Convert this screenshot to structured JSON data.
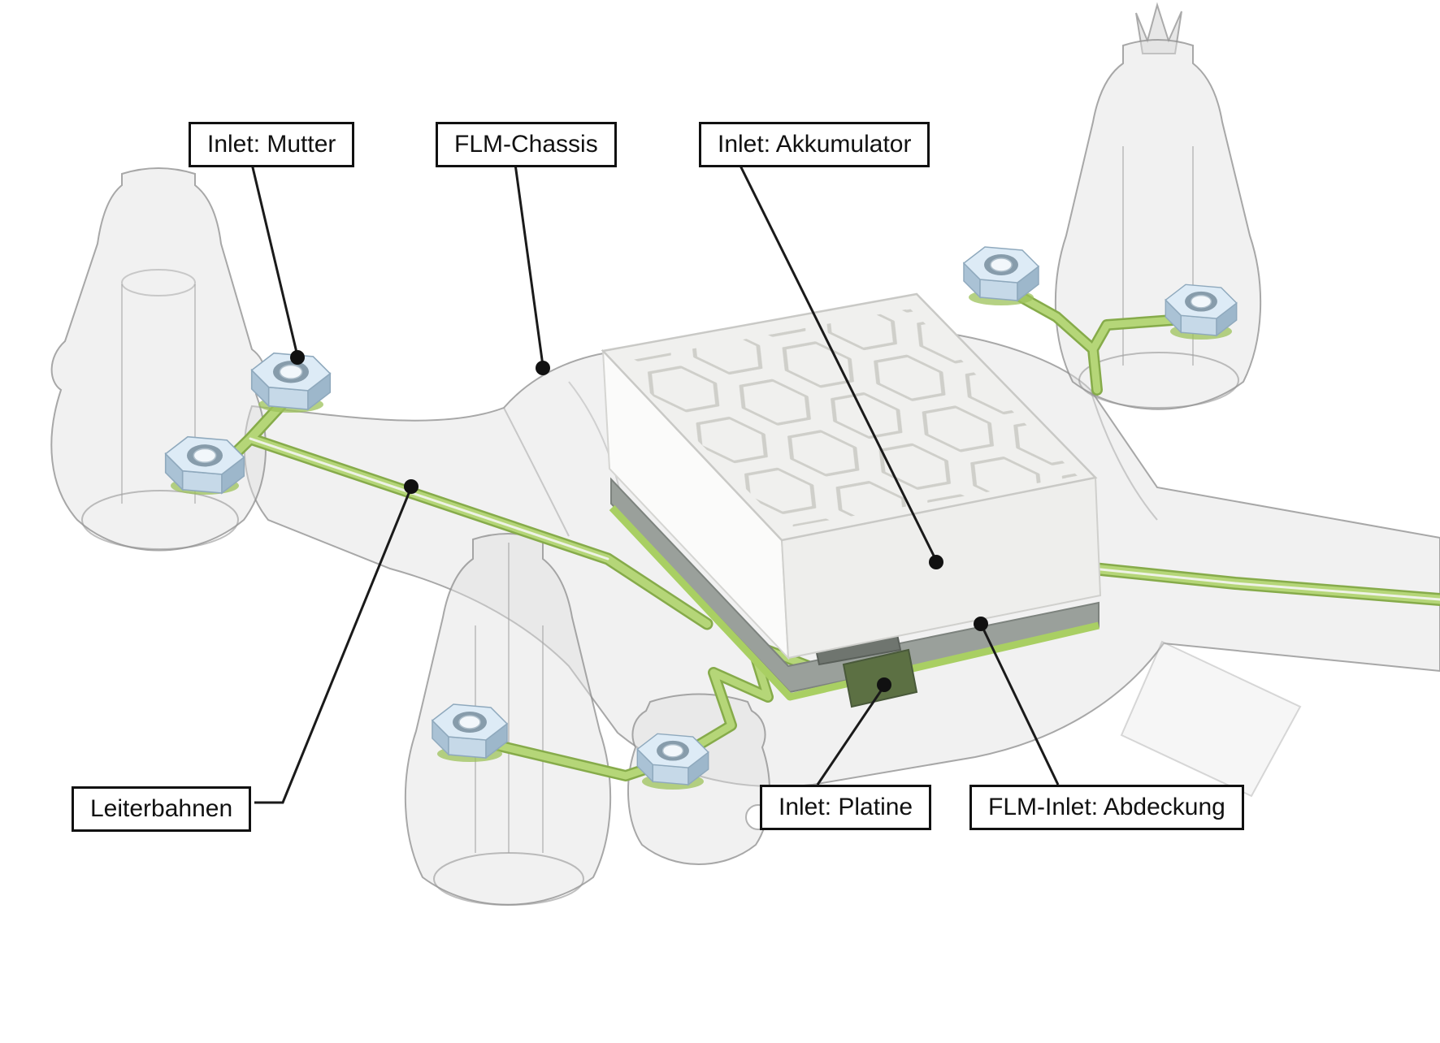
{
  "figure": {
    "type": "technical-diagram",
    "subject": "FLM drone chassis with functional inlets (exploded callout view)",
    "labels": {
      "mutter": "Inlet: Mutter",
      "chassis": "FLM-Chassis",
      "akkumulator": "Inlet: Akkumulator",
      "leiterbahnen": "Leiterbahnen",
      "platine": "Inlet: Platine",
      "abdeckung": "FLM-Inlet: Abdeckung"
    },
    "colors": {
      "background": "#ffffff",
      "leader_line": "#1a1a1a",
      "track_green_light": "#b5d678",
      "track_green_dark": "#86ab4a",
      "nut_blue": "#d9e9f5",
      "chassis_gray": "#e9e9e9",
      "battery_gray": "#f0f0ee",
      "cover_gray": "#9aa09b",
      "platine_green": "#5c7043"
    }
  }
}
